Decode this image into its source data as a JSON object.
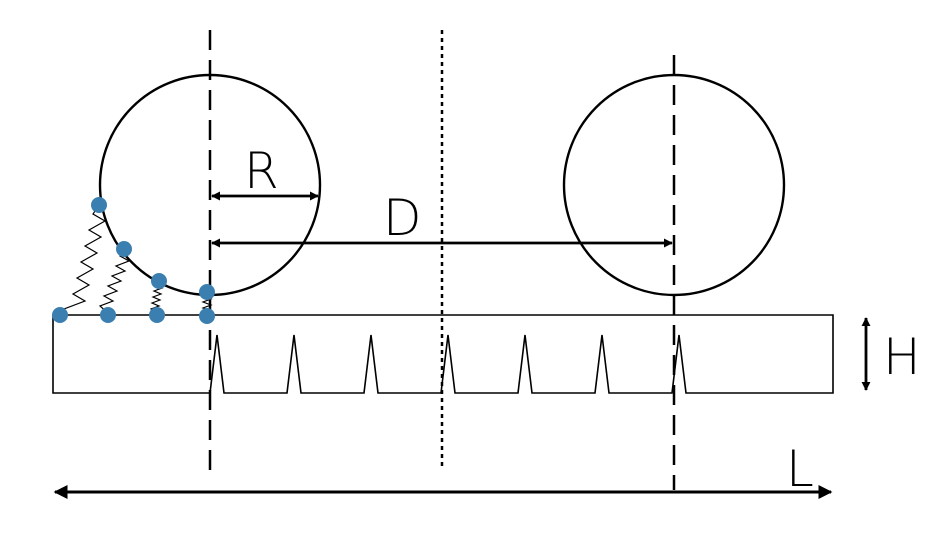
{
  "labels": {
    "radius": "R",
    "distance": "D",
    "height": "H",
    "length": "L"
  },
  "colors": {
    "stroke": "#000000",
    "node": "#3B7FB0",
    "background": "#ffffff"
  },
  "elements": {
    "circles": 2,
    "teeth": 7,
    "surface_nodes": 4,
    "substrate_nodes": 4,
    "springs": 4
  }
}
